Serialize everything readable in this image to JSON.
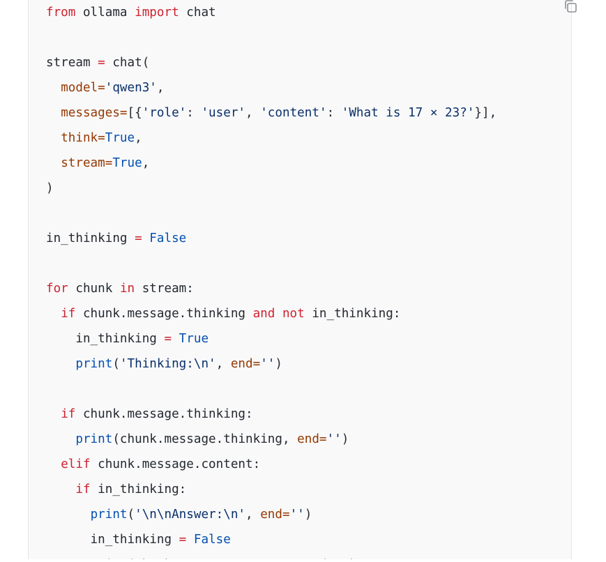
{
  "code_block": {
    "language": "python",
    "copy_icon": "copy-icon",
    "lines": [
      {
        "tokens": [
          {
            "t": "from",
            "c": "kw"
          },
          {
            "t": " ollama ",
            "c": ""
          },
          {
            "t": "import",
            "c": "kw"
          },
          {
            "t": " chat",
            "c": ""
          }
        ]
      },
      {
        "tokens": []
      },
      {
        "tokens": [
          {
            "t": "stream ",
            "c": ""
          },
          {
            "t": "=",
            "c": "op"
          },
          {
            "t": " chat(",
            "c": ""
          }
        ]
      },
      {
        "tokens": [
          {
            "t": "  ",
            "c": ""
          },
          {
            "t": "model=",
            "c": "attr"
          },
          {
            "t": "'qwen3'",
            "c": "str"
          },
          {
            "t": ",",
            "c": ""
          }
        ]
      },
      {
        "tokens": [
          {
            "t": "  ",
            "c": ""
          },
          {
            "t": "messages=",
            "c": "attr"
          },
          {
            "t": "[{",
            "c": ""
          },
          {
            "t": "'role'",
            "c": "str"
          },
          {
            "t": ": ",
            "c": ""
          },
          {
            "t": "'user'",
            "c": "str"
          },
          {
            "t": ", ",
            "c": ""
          },
          {
            "t": "'content'",
            "c": "str"
          },
          {
            "t": ": ",
            "c": ""
          },
          {
            "t": "'What is 17 × 23?'",
            "c": "str"
          },
          {
            "t": "}],",
            "c": ""
          }
        ]
      },
      {
        "tokens": [
          {
            "t": "  ",
            "c": ""
          },
          {
            "t": "think=",
            "c": "attr"
          },
          {
            "t": "True",
            "c": "bi"
          },
          {
            "t": ",",
            "c": ""
          }
        ]
      },
      {
        "tokens": [
          {
            "t": "  ",
            "c": ""
          },
          {
            "t": "stream=",
            "c": "attr"
          },
          {
            "t": "True",
            "c": "bi"
          },
          {
            "t": ",",
            "c": ""
          }
        ]
      },
      {
        "tokens": [
          {
            "t": ")",
            "c": ""
          }
        ]
      },
      {
        "tokens": []
      },
      {
        "tokens": [
          {
            "t": "in_thinking ",
            "c": ""
          },
          {
            "t": "=",
            "c": "op"
          },
          {
            "t": " ",
            "c": ""
          },
          {
            "t": "False",
            "c": "bi"
          }
        ]
      },
      {
        "tokens": []
      },
      {
        "tokens": [
          {
            "t": "for",
            "c": "kw"
          },
          {
            "t": " chunk ",
            "c": ""
          },
          {
            "t": "in",
            "c": "kw"
          },
          {
            "t": " stream:",
            "c": ""
          }
        ]
      },
      {
        "tokens": [
          {
            "t": "  ",
            "c": ""
          },
          {
            "t": "if",
            "c": "kw"
          },
          {
            "t": " chunk.message.thinking ",
            "c": ""
          },
          {
            "t": "and",
            "c": "kw"
          },
          {
            "t": " ",
            "c": ""
          },
          {
            "t": "not",
            "c": "kw"
          },
          {
            "t": " in_thinking:",
            "c": ""
          }
        ]
      },
      {
        "tokens": [
          {
            "t": "    in_thinking ",
            "c": ""
          },
          {
            "t": "=",
            "c": "op"
          },
          {
            "t": " ",
            "c": ""
          },
          {
            "t": "True",
            "c": "bi"
          }
        ]
      },
      {
        "tokens": [
          {
            "t": "    ",
            "c": ""
          },
          {
            "t": "print",
            "c": "bi"
          },
          {
            "t": "(",
            "c": ""
          },
          {
            "t": "'Thinking:\\n'",
            "c": "str"
          },
          {
            "t": ", ",
            "c": ""
          },
          {
            "t": "end=",
            "c": "attr"
          },
          {
            "t": "''",
            "c": "str"
          },
          {
            "t": ")",
            "c": ""
          }
        ]
      },
      {
        "tokens": []
      },
      {
        "tokens": [
          {
            "t": "  ",
            "c": ""
          },
          {
            "t": "if",
            "c": "kw"
          },
          {
            "t": " chunk.message.thinking:",
            "c": ""
          }
        ]
      },
      {
        "tokens": [
          {
            "t": "    ",
            "c": ""
          },
          {
            "t": "print",
            "c": "bi"
          },
          {
            "t": "(chunk.message.thinking, ",
            "c": ""
          },
          {
            "t": "end=",
            "c": "attr"
          },
          {
            "t": "''",
            "c": "str"
          },
          {
            "t": ")",
            "c": ""
          }
        ]
      },
      {
        "tokens": [
          {
            "t": "  ",
            "c": ""
          },
          {
            "t": "elif",
            "c": "kw"
          },
          {
            "t": " chunk.message.content:",
            "c": ""
          }
        ]
      },
      {
        "tokens": [
          {
            "t": "    ",
            "c": ""
          },
          {
            "t": "if",
            "c": "kw"
          },
          {
            "t": " in_thinking:",
            "c": ""
          }
        ]
      },
      {
        "tokens": [
          {
            "t": "      ",
            "c": ""
          },
          {
            "t": "print",
            "c": "bi"
          },
          {
            "t": "(",
            "c": ""
          },
          {
            "t": "'\\n\\nAnswer:\\n'",
            "c": "str"
          },
          {
            "t": ", ",
            "c": ""
          },
          {
            "t": "end=",
            "c": "attr"
          },
          {
            "t": "''",
            "c": "str"
          },
          {
            "t": ")",
            "c": ""
          }
        ]
      },
      {
        "tokens": [
          {
            "t": "      in_thinking ",
            "c": ""
          },
          {
            "t": "=",
            "c": "op"
          },
          {
            "t": " ",
            "c": ""
          },
          {
            "t": "False",
            "c": "bi"
          }
        ]
      },
      {
        "tokens": [
          {
            "t": "      ",
            "c": ""
          },
          {
            "t": "print",
            "c": "bi"
          },
          {
            "t": "(chunk.message.content, ",
            "c": ""
          },
          {
            "t": "end=",
            "c": "attr"
          },
          {
            "t": "''",
            "c": "str"
          },
          {
            "t": ")",
            "c": ""
          }
        ]
      }
    ]
  },
  "colors": {
    "keyword": "#cf222e",
    "string": "#0a3069",
    "attribute": "#953800",
    "builtin": "#0550ae",
    "text": "#24292f",
    "card_background": "#f9f9fa"
  }
}
